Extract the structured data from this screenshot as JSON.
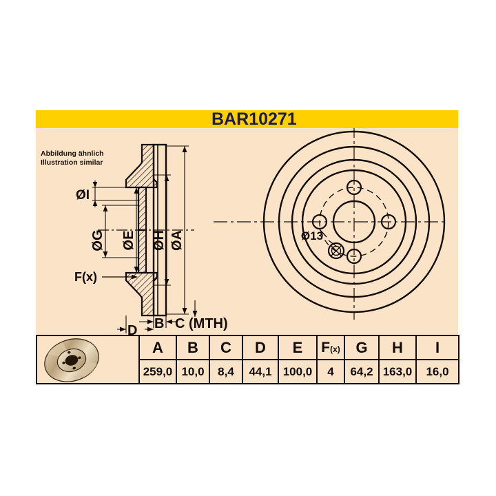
{
  "page": {
    "background": "#ffffff",
    "sheet_background": "#fbe3c8",
    "banner_color": "#ffd000",
    "ink_color": "#120a04",
    "title_color": "#1a1a4e"
  },
  "banner": {
    "title": "BAR10271"
  },
  "note": {
    "line_de": "Abbildung ähnlich",
    "line_en": "Illustration similar"
  },
  "drawing": {
    "section_view": {
      "labels": [
        {
          "key": "I",
          "text": "ØI",
          "orientation": "horizontal"
        },
        {
          "key": "G",
          "text": "ØG",
          "orientation": "vertical"
        },
        {
          "key": "E",
          "text": "ØE",
          "orientation": "vertical"
        },
        {
          "key": "H",
          "text": "ØH",
          "orientation": "vertical"
        },
        {
          "key": "A",
          "text": "ØA",
          "orientation": "vertical"
        },
        {
          "key": "Fx",
          "text": "F(x)",
          "orientation": "horizontal"
        },
        {
          "key": "B",
          "text": "B",
          "orientation": "horizontal"
        },
        {
          "key": "C",
          "text": "C (MTH)",
          "orientation": "horizontal"
        },
        {
          "key": "D",
          "text": "D",
          "orientation": "horizontal"
        }
      ]
    },
    "front_view": {
      "hole_label": "Ø13",
      "bolt_hole_count": 4
    }
  },
  "table": {
    "icon_name": "brake-disc-isometric-icon",
    "headers": [
      "A",
      "B",
      "C",
      "D",
      "E",
      "F(x)",
      "G",
      "H",
      "I"
    ],
    "fx_header": {
      "main": "F",
      "sub": "(x)"
    },
    "values": [
      "259,0",
      "10,0",
      "8,4",
      "44,1",
      "100,0",
      "4",
      "64,2",
      "163,0",
      "16,0"
    ]
  }
}
